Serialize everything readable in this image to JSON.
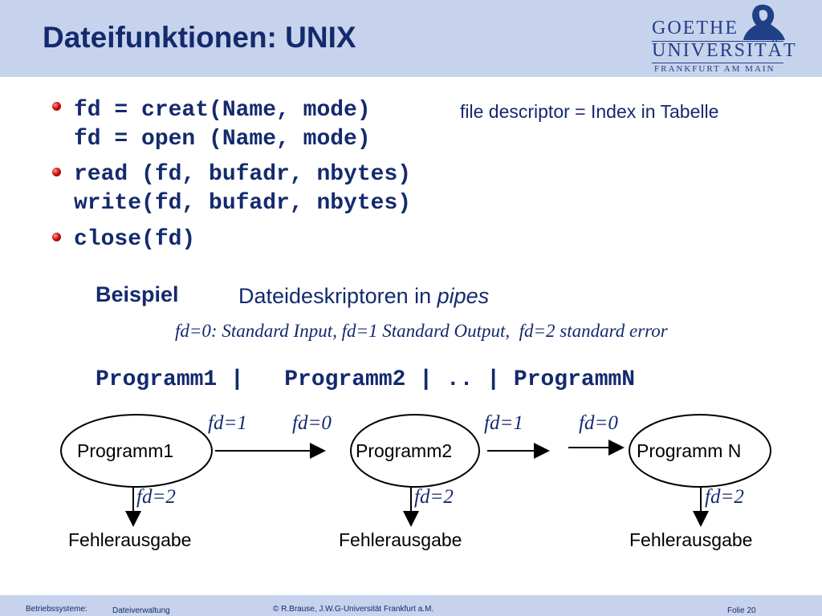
{
  "slide": {
    "title": "Dateifunktionen: UNIX"
  },
  "logo": {
    "line1": "GOETHE",
    "line2": "UNIVERSITÄT",
    "line3": "FRANKFURT AM MAIN"
  },
  "bullets": [
    {
      "lines": [
        "fd = creat(Name, mode)",
        "fd = open (Name, mode)"
      ],
      "note": "file descriptor = Index in Tabelle"
    },
    {
      "lines": [
        "read (fd, bufadr, nbytes)",
        "write(fd, bufadr, nbytes)"
      ]
    },
    {
      "lines": [
        "close(fd)"
      ]
    }
  ],
  "example": {
    "label": "Beispiel",
    "text_plain": "Dateideskriptoren in ",
    "text_italic": "pipes",
    "fd_description": "fd=0: Standard Input, fd=1 Standard Output,  fd=2 standard error",
    "pipeline": "Programm1 |   Programm2 | .. | ProgrammN"
  },
  "diagram": {
    "programs": [
      "Programm1",
      "Programm2",
      "Programm N"
    ],
    "out_labels": [
      "fd=1",
      "fd=1"
    ],
    "in_labels": [
      "fd=0",
      "fd=0"
    ],
    "err_labels": [
      "fd=2",
      "fd=2",
      "fd=2"
    ],
    "error_sink": [
      "Fehlerausgabe",
      "Fehlerausgabe",
      "Fehlerausgabe"
    ]
  },
  "footer": {
    "course": "Betriebssysteme:",
    "topic": "Dateiverwaltung",
    "copyright": "© R.Brause, J.W.G-Universität Frankfurt a.M.",
    "slide_number": "Folie 20"
  }
}
